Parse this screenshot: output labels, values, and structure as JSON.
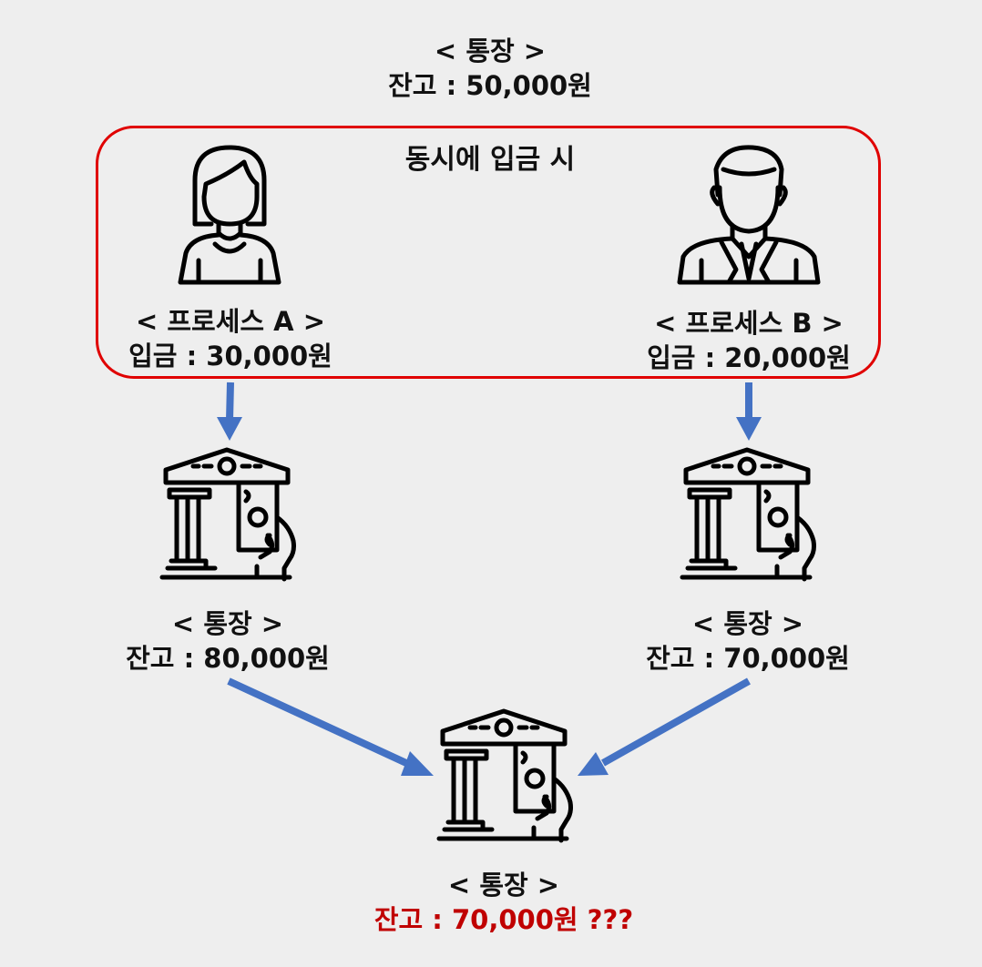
{
  "top": {
    "title": "< 통장 >",
    "balance": "잔고 : 50,000원"
  },
  "frame": {
    "caption": "동시에 입금 시"
  },
  "process_a": {
    "title": "< 프로세스 A >",
    "deposit": "입금 : 30,000원"
  },
  "process_b": {
    "title": "< 프로세스 B >",
    "deposit": "입금 : 20,000원"
  },
  "account_a": {
    "title": "< 통장 >",
    "balance": "잔고 : 80,000원"
  },
  "account_b": {
    "title": "< 통장 >",
    "balance": "잔고 : 70,000원"
  },
  "result": {
    "title": "< 통장 >",
    "balance": "잔고 : 70,000원 ???"
  },
  "colors": {
    "arrow": "#4472c4",
    "frame": "#e00000",
    "result_text": "#c00000",
    "background": "#eeeeee"
  },
  "icons": {
    "person_a": "woman-icon",
    "person_b": "businessman-icon",
    "bank": "bank-deposit-icon"
  }
}
